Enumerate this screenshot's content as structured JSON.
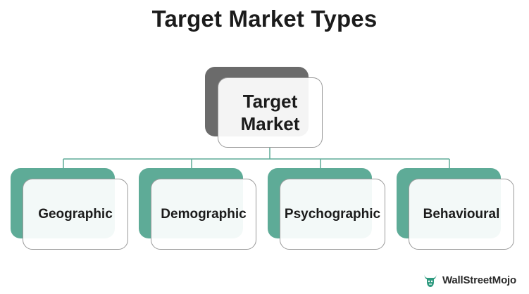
{
  "title": "Target Market Types",
  "root": {
    "label": "Target\nMarket"
  },
  "children": [
    {
      "label": "Geographic"
    },
    {
      "label": "Demographic"
    },
    {
      "label": "Psychographic"
    },
    {
      "label": "Behavioural"
    }
  ],
  "branding": {
    "name": "WallStreetMojo"
  },
  "colors": {
    "root_shadow": "#6b6b6b",
    "child_shadow": "#5eab97",
    "connector": "#5eab97",
    "box_border": "#9a9a9a",
    "text": "#1b1b1b"
  }
}
